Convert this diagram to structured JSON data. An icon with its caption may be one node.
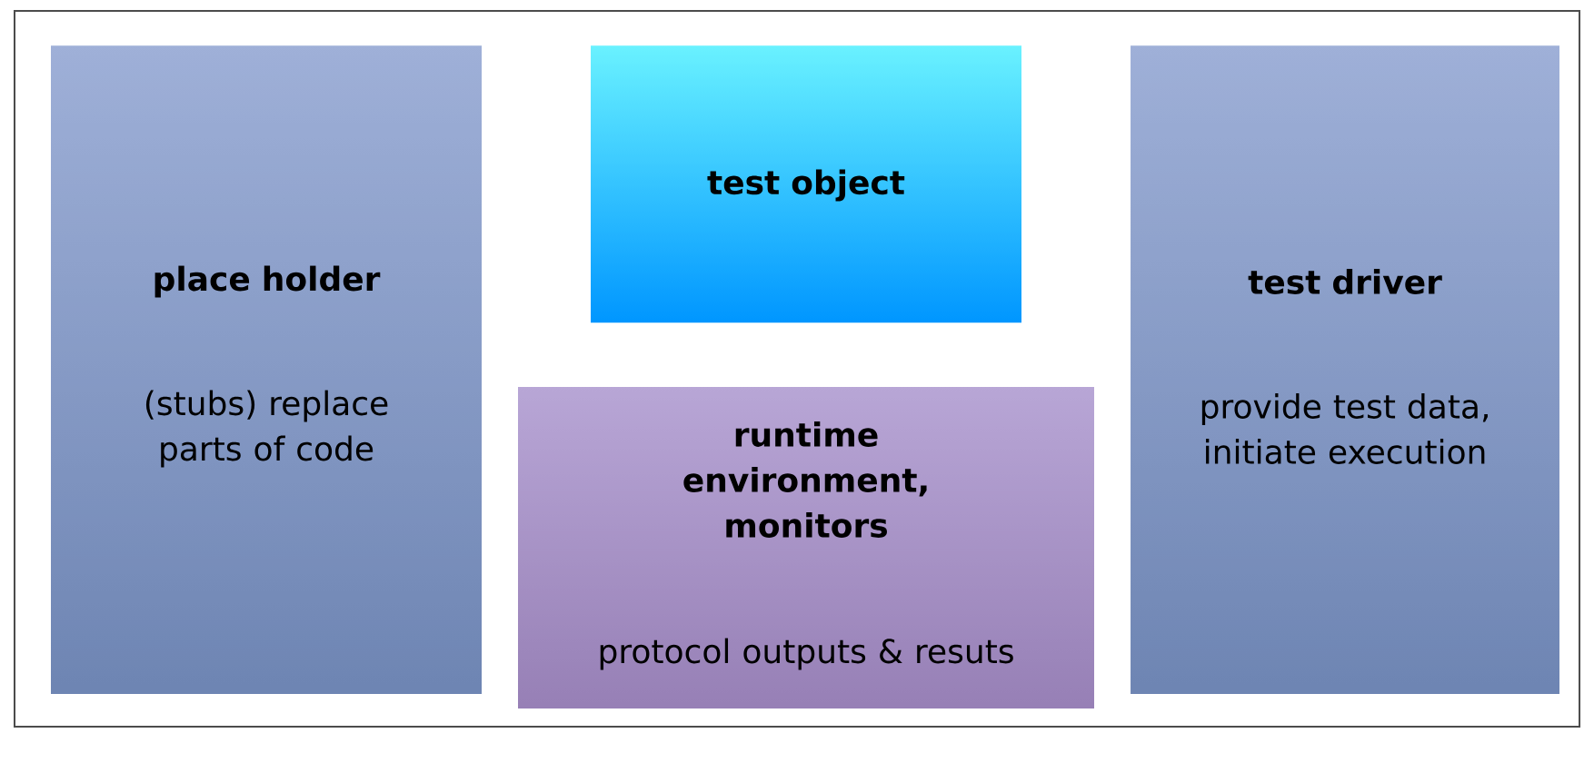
{
  "diagram": {
    "nodes": [
      {
        "text": [
          "place holder",
          "(stubs) replace parts of code"
        ]
      },
      {
        "text": [
          "test object"
        ]
      },
      {
        "text": [
          "runtime environment, monitors",
          "protocol outputs & resuts"
        ]
      },
      {
        "text": [
          "test driver",
          "provide test data, initiate execution"
        ]
      }
    ]
  }
}
